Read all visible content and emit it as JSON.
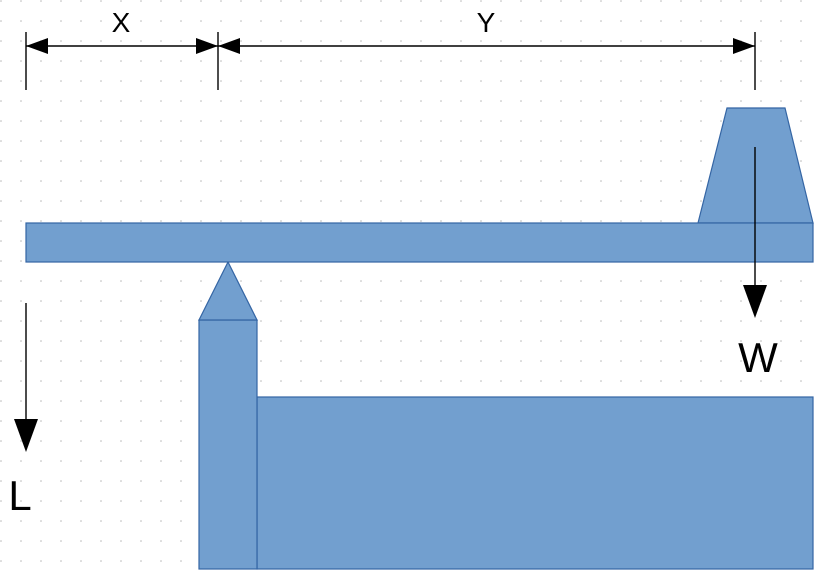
{
  "colors": {
    "background": "#ffffff",
    "grid_dot": "#b8b8b8",
    "shape_fill": "#729fcf",
    "shape_stroke": "#3465a4",
    "line": "#000000"
  },
  "labels": {
    "x": "X",
    "y": "Y",
    "w": "W",
    "l": "L"
  }
}
